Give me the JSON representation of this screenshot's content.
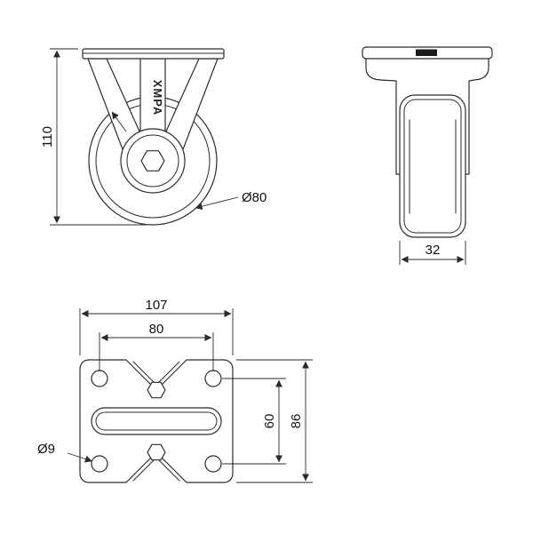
{
  "dims": {
    "height": "110",
    "wheel_diameter": "Ø80",
    "wheel_width": "32",
    "plate_width": "107",
    "hole_pitch_width": "80",
    "hole_pitch_depth": "60",
    "plate_depth": "86",
    "hole_diameter": "Ø9"
  },
  "brand": "XMPA",
  "colors": {
    "line": "#2b2b2b",
    "background": "#ffffff"
  }
}
